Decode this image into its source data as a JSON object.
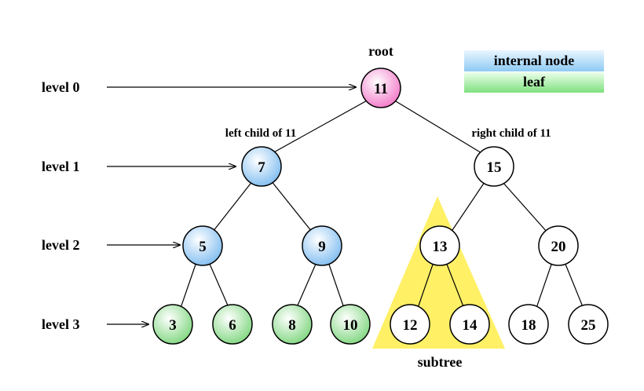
{
  "labels": {
    "root": "root",
    "left_child": "left child of 11",
    "right_child": "right child of 11",
    "subtree": "subtree"
  },
  "legend": {
    "internal": "internal node",
    "leaf": "leaf"
  },
  "levels": [
    "level 0",
    "level 1",
    "level 2",
    "level 3"
  ],
  "nodes": {
    "n11": "11",
    "n7": "7",
    "n15": "15",
    "n5": "5",
    "n9": "9",
    "n13": "13",
    "n20": "20",
    "n3": "3",
    "n6": "6",
    "n8": "8",
    "n10": "10",
    "n12": "12",
    "n14": "14",
    "n18": "18",
    "n25": "25"
  },
  "colors": {
    "root_fill": "#f277c8",
    "internal_fill": "#8ec9f3",
    "leaf_fill": "#8fe08f",
    "plain_fill": "#ffffff",
    "subtree_fill": "#fff066"
  }
}
